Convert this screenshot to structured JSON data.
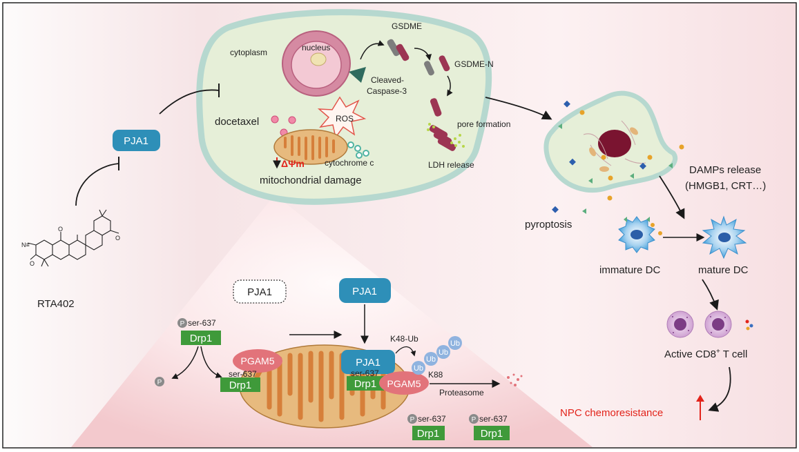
{
  "labels": {
    "cytoplasm": "cytoplasm",
    "nucleus": "nucleus",
    "gsdme": "GSDME",
    "gsdme_n": "GSDME-N",
    "cleaved_caspase_1": "Cleaved-",
    "cleaved_caspase_2": "Caspase-3",
    "ros": "ROS",
    "docetaxel": "docetaxel",
    "delta_psi": "ΔΨm",
    "cytochrome_c": "cytochrome c",
    "mito_damage": "mitochondrial damage",
    "pore_formation": "pore formation",
    "ldh_release": "LDH release",
    "pja1": "PJA1",
    "rta402": "RTA402",
    "pyroptosis": "pyroptosis",
    "damps_1": "DAMPs release",
    "damps_2": "(HMGB1, CRT…)",
    "immature_dc": "immature DC",
    "mature_dc": "mature DC",
    "cd8_prefix": "Active CD8",
    "cd8_sup": "+",
    "cd8_suffix": " T cell",
    "npc": "NPC chemoresistance",
    "p": "P",
    "ser637": "ser-637",
    "drp1": "Drp1",
    "pgam5": "PGAM5",
    "k48ub": "K48-Ub",
    "ub": "Ub",
    "k88": "K88",
    "proteasome": "Proteasome"
  },
  "colors": {
    "pja1_box": "#2e8fb8",
    "drp1_box": "#3f9a3a",
    "pgam5": "#e2737a",
    "cell_fill": "#e5efd9",
    "cell_border": "#b9dad2",
    "mito_fill": "#e7ba7e",
    "nucleus": "#d98aa4",
    "gsdme": "#9c3553",
    "accent_red": "#e2231a",
    "ub": "#8fb3df"
  }
}
